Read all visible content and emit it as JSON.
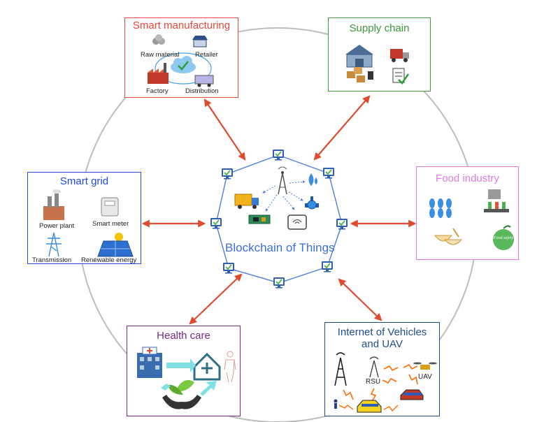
{
  "center": {
    "label": "Blockchain of Things"
  },
  "boxes": {
    "smart_manufacturing": {
      "title": "Smart manufacturing",
      "color": "#e8473b",
      "labels": [
        "Raw material",
        "Retailer",
        "Factory",
        "Distribution"
      ]
    },
    "supply_chain": {
      "title": "Supply chain",
      "color": "#3b9a3b"
    },
    "smart_grid": {
      "title": "Smart grid",
      "color": "#2249e0",
      "labels": [
        "Power plant",
        "Smart meter",
        "Transmission",
        "Renewable energy"
      ]
    },
    "food_industry": {
      "title": "Food industry",
      "color": "#e37ae3",
      "icon_text": "Food safety"
    },
    "health_care": {
      "title": "Health care",
      "color": "#7b2a8c"
    },
    "iov": {
      "title_line1": "Internet of Vehicles",
      "title_line2": "and UAV",
      "color": "#1f4e8c",
      "labels": [
        "RSU",
        "UAV"
      ]
    }
  },
  "colors": {
    "ring": "#bdbdbd",
    "arrow": "#e04a2f",
    "network_line": "#4a7fdc",
    "node_fill": "#2f5fae",
    "node_check": "#4caf50"
  },
  "icons": [
    "raw-material-icon",
    "retailer-icon",
    "cloud-check-icon",
    "factory-icon",
    "distribution-icon",
    "warehouse-icon",
    "delivery-truck-icon",
    "boxes-forklift-icon",
    "checklist-icon",
    "power-plant-icon",
    "smart-meter-icon",
    "transmission-tower-icon",
    "solar-panel-icon",
    "wheat-icon",
    "conveyor-icon",
    "food-bowls-icon",
    "food-safety-apple-icon",
    "hospital-icon",
    "home-health-icon",
    "person-outline-icon",
    "hands-leaf-icon",
    "cell-tower-icon",
    "rsu-antenna-icon",
    "drone-icon",
    "person-icon",
    "car-icon",
    "antenna-icon",
    "truck-icon",
    "water-drop-icon",
    "valve-icon",
    "pcb-icon",
    "router-icon"
  ]
}
